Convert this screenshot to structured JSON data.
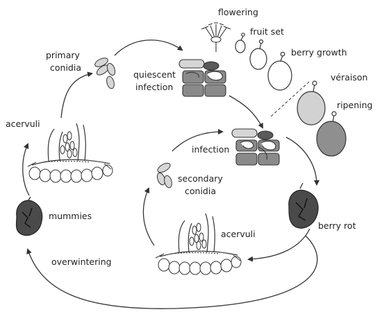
{
  "labels": {
    "flowering": "flowering",
    "fruit_set": "fruit set",
    "berry_growth": "berry growth",
    "veraison": "véraison",
    "ripening": "ripening",
    "primary_conidia": [
      "primary",
      "conidia"
    ],
    "quiescent_infection": [
      "quiescent",
      "infection"
    ],
    "acervuli_left": "acervuli",
    "infection": "infection",
    "secondary_conidia": [
      "secondary",
      "conidia"
    ],
    "mummies": "mummies",
    "acervuli_center": "acervuli",
    "berry_rot": "berry rot",
    "overwintering": "overwintering"
  },
  "colors": {
    "line": "#333333",
    "berry_green": "#ffffff",
    "berry_veraison": "#d2d2d2",
    "berry_ripe": "#8f8f8f",
    "cell_dark": "#8a8a8a",
    "cell_light": "#d6d6d6",
    "appressorium": "#5a5a5a",
    "mummy": "#4a4a4a"
  }
}
